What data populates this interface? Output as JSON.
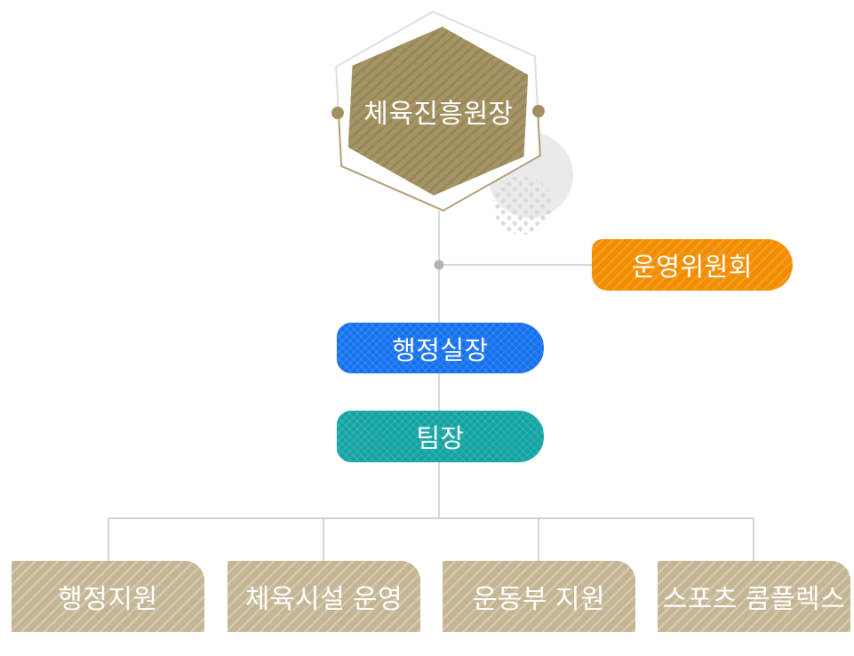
{
  "org_chart": {
    "type": "organization-chart",
    "root": {
      "label": "체육진흥원장"
    },
    "committee": {
      "label": "운영위원회"
    },
    "admin_head": {
      "label": "행정실장"
    },
    "team_lead": {
      "label": "팀장"
    },
    "departments": [
      {
        "label": "행정지원"
      },
      {
        "label": "체육시설 운영"
      },
      {
        "label": "운동부 지원"
      },
      {
        "label": "스포츠 콤플렉스"
      }
    ]
  },
  "colors": {
    "root-fill": "#a59565",
    "outline-gray": "#dedede",
    "outline-khaki": "#b0a077",
    "dot-khaki": "#a18f60",
    "committee-orange": "#f28d00",
    "admin-blue": "#1471ee",
    "team-teal": "#13a3a3",
    "dept-tan": "#c4b694",
    "connector": "#c9c9c9",
    "junction": "#b3b3b3",
    "decor-circle": "#eaeaea",
    "decor-dots": "#d9d9d9",
    "text-white": "#ffffff",
    "background": "#ffffff"
  }
}
